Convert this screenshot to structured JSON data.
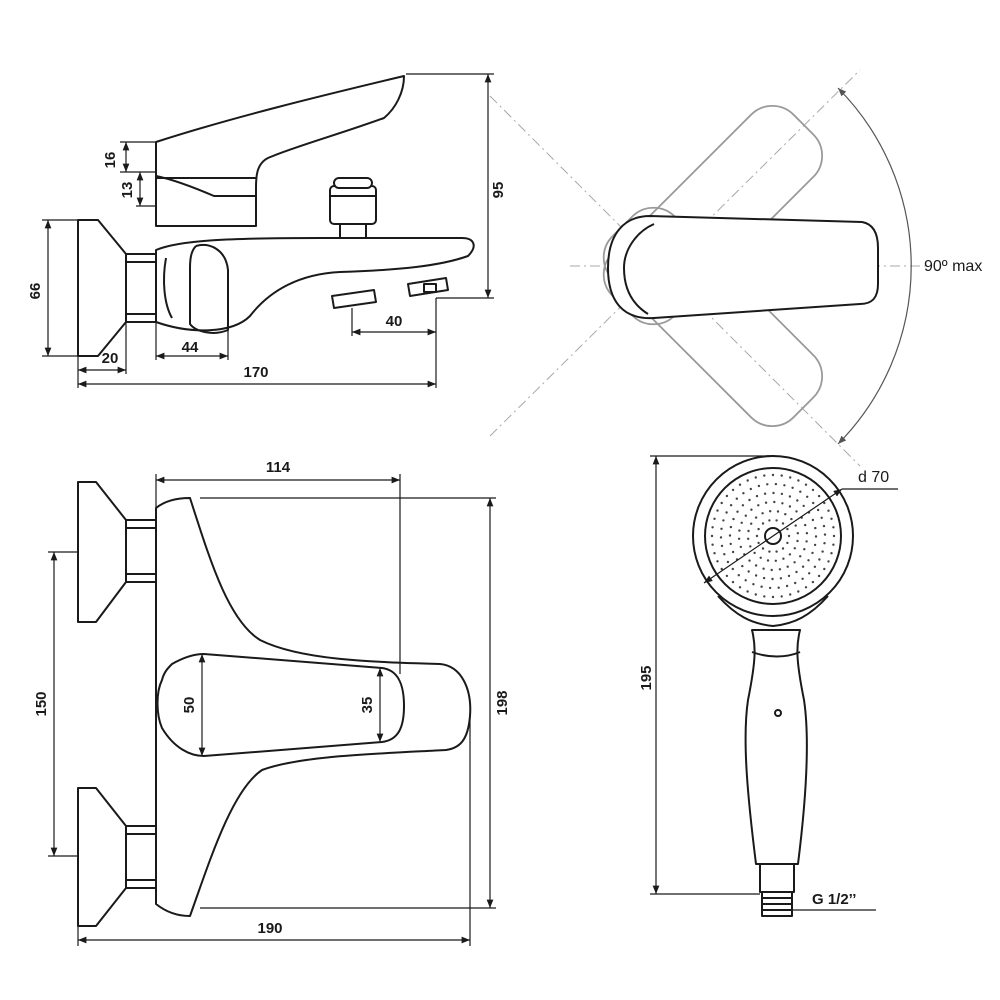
{
  "side_view": {
    "dim_handle_height": "16",
    "dim_handle_base": "13",
    "dim_overall_height": "95",
    "dim_flange_height": "66",
    "dim_wall_offset": "20",
    "dim_body_width": "44",
    "dim_spout_reach": "40",
    "dim_overall_depth": "170"
  },
  "rotation_view": {
    "angle_label": "90º max"
  },
  "top_view": {
    "dim_handle_length": "114",
    "dim_inlet_spacing": "150",
    "dim_handle_width": "50",
    "dim_handle_tip_width": "35",
    "dim_body_depth": "198",
    "dim_overall_width": "190"
  },
  "hand_shower": {
    "dim_head_diameter": "d 70",
    "dim_length": "195",
    "dim_thread": "G 1/2’’"
  },
  "colors": {
    "line": "#1a1a1a",
    "ghost": "#9a9a9a",
    "centerline": "#a8a8a8"
  }
}
